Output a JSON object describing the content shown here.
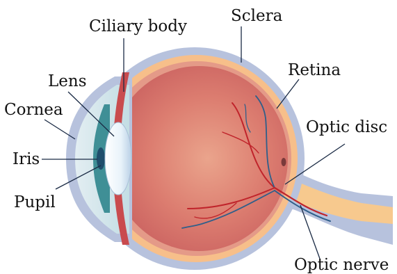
{
  "labels": {
    "ciliary_body": "Ciliary body",
    "sclera": "Sclera",
    "lens": "Lens",
    "retina": "Retina",
    "cornea": "Cornea",
    "optic_disc": "Optic disc",
    "iris": "Iris",
    "pupil": "Pupil",
    "optic_nerve": "Optic nerve"
  },
  "colors": {
    "sclera": "#b7c2dd",
    "choroid": "#f7bf8a",
    "retina": "#e49a88",
    "vitreous": "#d9746c",
    "vitreous_center": "#e8a08a",
    "lens": "#eaf5fb",
    "cornea": "#d7e9ef",
    "iris": "#3f8f96",
    "pupil": "#1f4e6c",
    "ciliary_body": "#c94b4e",
    "artery": "#c0242b",
    "vein": "#2f5f8a",
    "leader_lines": "#1a2a44"
  }
}
